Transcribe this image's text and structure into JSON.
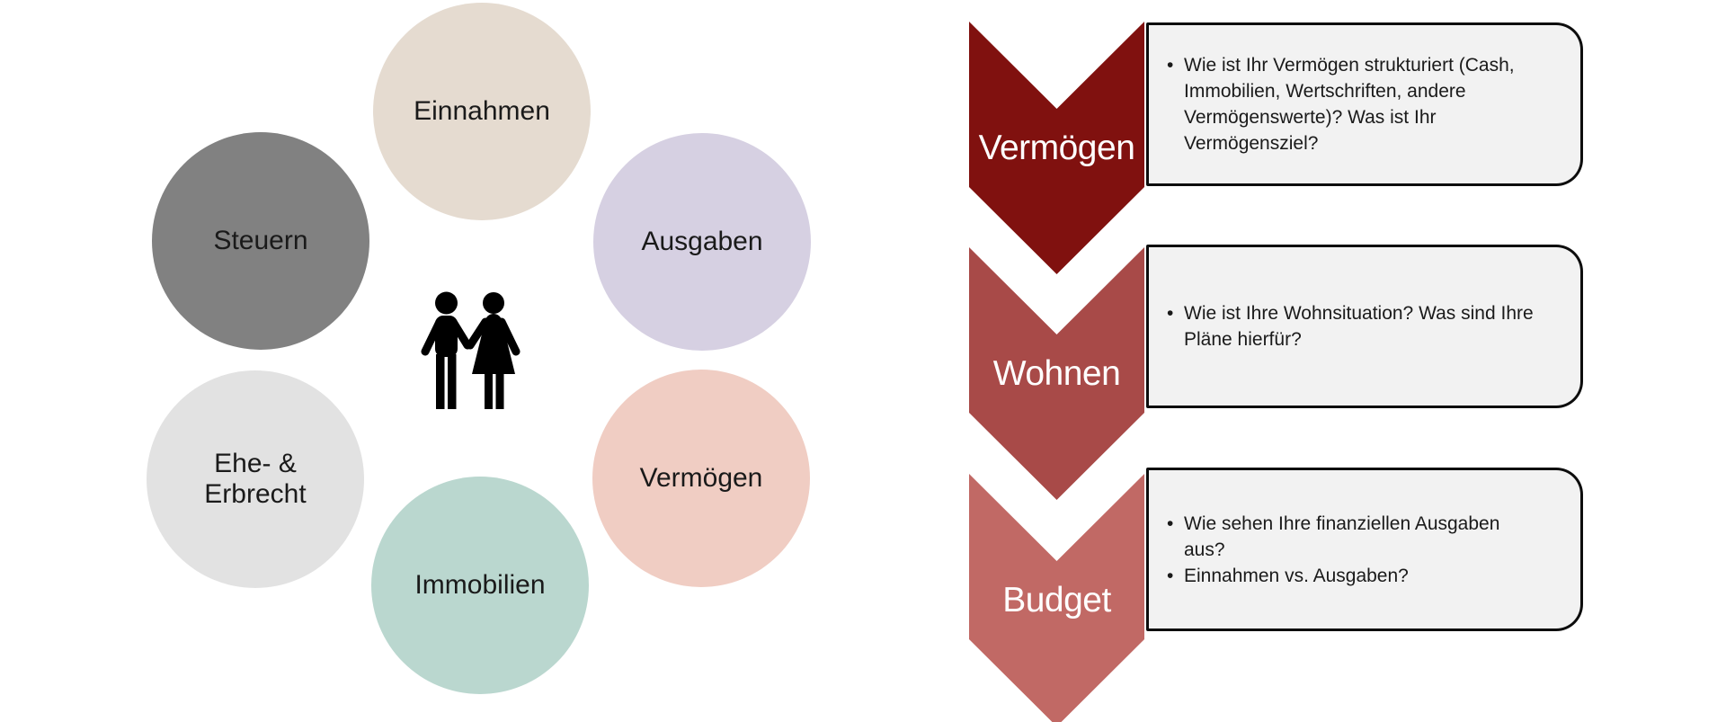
{
  "colors": {
    "background": "#ffffff",
    "text": "#1a1a1a",
    "chevron_label_text": "#ffffff",
    "callout_fill": "#f2f2f2",
    "callout_border": "#0d0d0d",
    "icon": "#000000"
  },
  "cycle": {
    "icon": {
      "name": "couple-icon"
    },
    "circles": [
      {
        "id": "einnahmen",
        "label": "Einnahmen",
        "color": "#e5dbd0"
      },
      {
        "id": "ausgaben",
        "label": "Ausgaben",
        "color": "#d6d0e2"
      },
      {
        "id": "vermoegen",
        "label": "Vermögen",
        "color": "#f0cdc3"
      },
      {
        "id": "immobilien",
        "label": "Immobilien",
        "color": "#bad7cf"
      },
      {
        "id": "ehe-erbrecht",
        "label": "Ehe- &\nErbrecht",
        "color": "#e2e2e2"
      },
      {
        "id": "steuern",
        "label": "Steuern",
        "color": "#818181"
      }
    ]
  },
  "chevrons": {
    "bullet_glyph": "•",
    "items": [
      {
        "title": "Vermögen",
        "color": "#80110f",
        "bullets": [
          "Wie ist Ihr Vermögen strukturiert (Cash, Immobilien, Wertschriften, andere Vermögenswerte)? Was ist Ihr Vermögensziel?"
        ]
      },
      {
        "title": "Wohnen",
        "color": "#a84a48",
        "bullets": [
          "Wie ist Ihre Wohnsituation? Was sind Ihre Pläne hierfür?"
        ]
      },
      {
        "title": "Budget",
        "color": "#c16965",
        "bullets": [
          "Wie sehen Ihre finanziellen Ausgaben aus?",
          "Einnahmen vs. Ausgaben?"
        ]
      }
    ]
  }
}
